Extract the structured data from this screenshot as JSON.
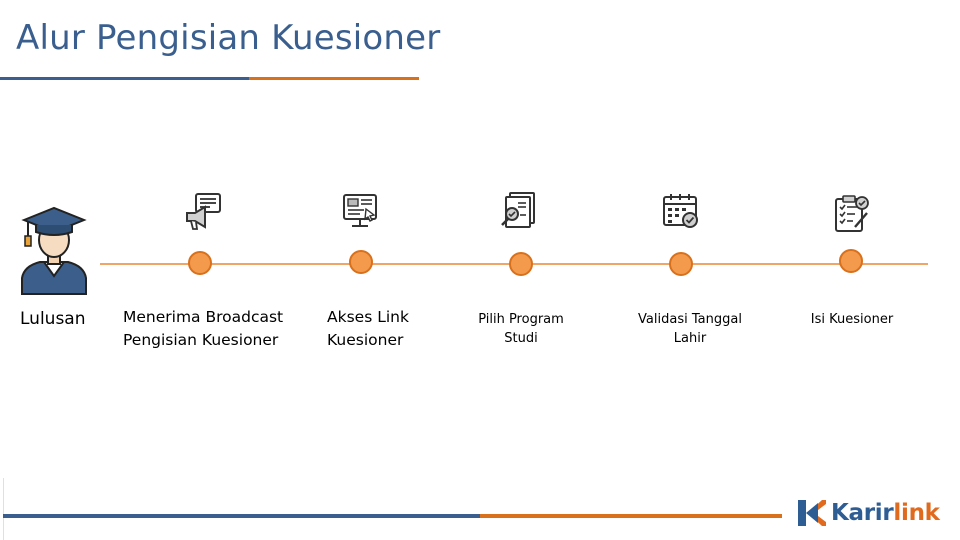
{
  "slide": {
    "title": "Alur Pengisian Kuesioner"
  },
  "start": {
    "label": "Lulusan",
    "icon": "graduate-icon"
  },
  "steps": [
    {
      "line1": "Menerima Broadcast",
      "line2": "Pengisian Kuesioner",
      "icon": "broadcast-megaphone-icon"
    },
    {
      "line1": "Akses Link",
      "line2": "Kuesioner",
      "icon": "link-access-monitor-icon"
    },
    {
      "line1": "Pilih Program",
      "line2": "Studi",
      "icon": "document-search-icon"
    },
    {
      "line1": "Validasi Tanggal",
      "line2": "Lahir",
      "icon": "calendar-check-icon"
    },
    {
      "line1": "Isi Kuesioner",
      "line2": "",
      "icon": "checklist-icon"
    }
  ],
  "logo": {
    "part1": "Karir",
    "part2": "link"
  },
  "colors": {
    "blue": "#3a5f8f",
    "orange": "#d9701c",
    "dot": "#f39a4c"
  }
}
